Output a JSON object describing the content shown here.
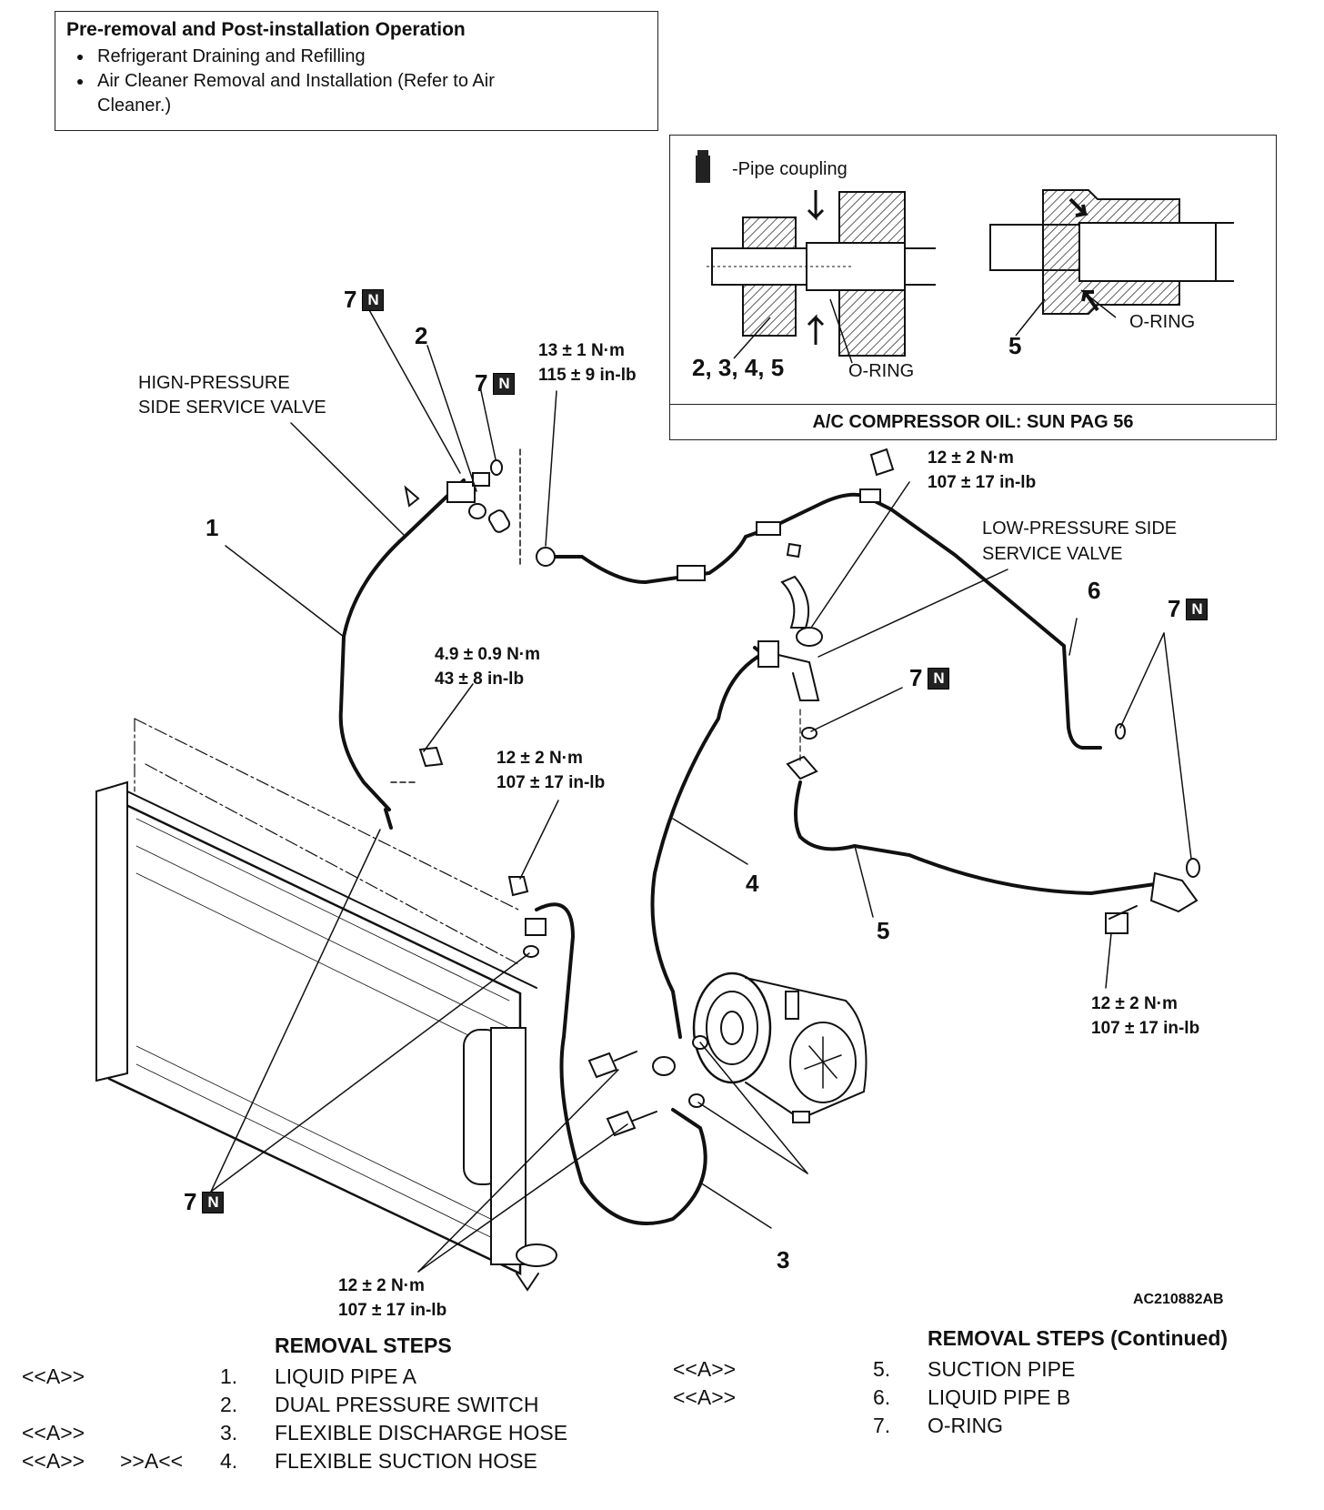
{
  "pre_box": {
    "title": "Pre-removal and Post-installation Operation",
    "items": [
      "Refrigerant Draining and Refilling",
      "Air Cleaner Removal and Installation (Refer to Air Cleaner.)"
    ]
  },
  "detail": {
    "pipe_coupling_label": "-Pipe coupling",
    "left_oring": "O-RING",
    "right_oring": "O-RING",
    "left_parts": "2, 3, 4,  5",
    "right_part": "5",
    "oil_note": "A/C COMPRESSOR OIL: SUN PAG 56"
  },
  "labels": {
    "high_pressure_valve_line1": "HIGN-PRESSURE",
    "high_pressure_valve_line2": "SIDE SERVICE VALVE",
    "low_pressure_valve_line1": "LOW-PRESSURE SIDE",
    "low_pressure_valve_line2": "SERVICE VALVE",
    "figure_code": "AC210882AB",
    "n_mark": "N"
  },
  "callouts": {
    "c1": "1",
    "c2": "2",
    "c3": "3",
    "c4": "4",
    "c5": "5",
    "c6": "6",
    "c7": "7"
  },
  "torques": {
    "t1": [
      "13 ± 1 N·m",
      "115 ± 9 in-lb"
    ],
    "t2": [
      "12 ± 2 N·m",
      "107 ± 17 in-lb"
    ],
    "t3": [
      "4.9 ± 0.9 N·m",
      "43 ± 8 in-lb"
    ],
    "t4": [
      "12 ± 2 N·m",
      "107 ± 17 in-lb"
    ],
    "t5": [
      "12 ± 2 N·m",
      "107 ± 17 in-lb"
    ],
    "t6": [
      "12 ± 2 N·m",
      "107 ± 17 in-lb"
    ]
  },
  "steps_left": {
    "title": "REMOVAL STEPS",
    "rows": [
      {
        "mark": "<<A>>",
        "mark2": "",
        "num": "1.",
        "text": "LIQUID PIPE A"
      },
      {
        "mark": "",
        "mark2": "",
        "num": "2.",
        "text": "DUAL PRESSURE SWITCH"
      },
      {
        "mark": "<<A>>",
        "mark2": "",
        "num": "3.",
        "text": "FLEXIBLE DISCHARGE HOSE"
      },
      {
        "mark": "<<A>>",
        "mark2": ">>A<<",
        "num": "4.",
        "text": "FLEXIBLE SUCTION HOSE"
      }
    ]
  },
  "steps_right": {
    "title": "REMOVAL STEPS (Continued)",
    "rows": [
      {
        "mark": "<<A>>",
        "num": "5.",
        "text": "SUCTION PIPE"
      },
      {
        "mark": "<<A>>",
        "num": "6.",
        "text": "LIQUID PIPE B"
      },
      {
        "mark": "",
        "num": "7.",
        "text": "O-RING"
      }
    ]
  }
}
